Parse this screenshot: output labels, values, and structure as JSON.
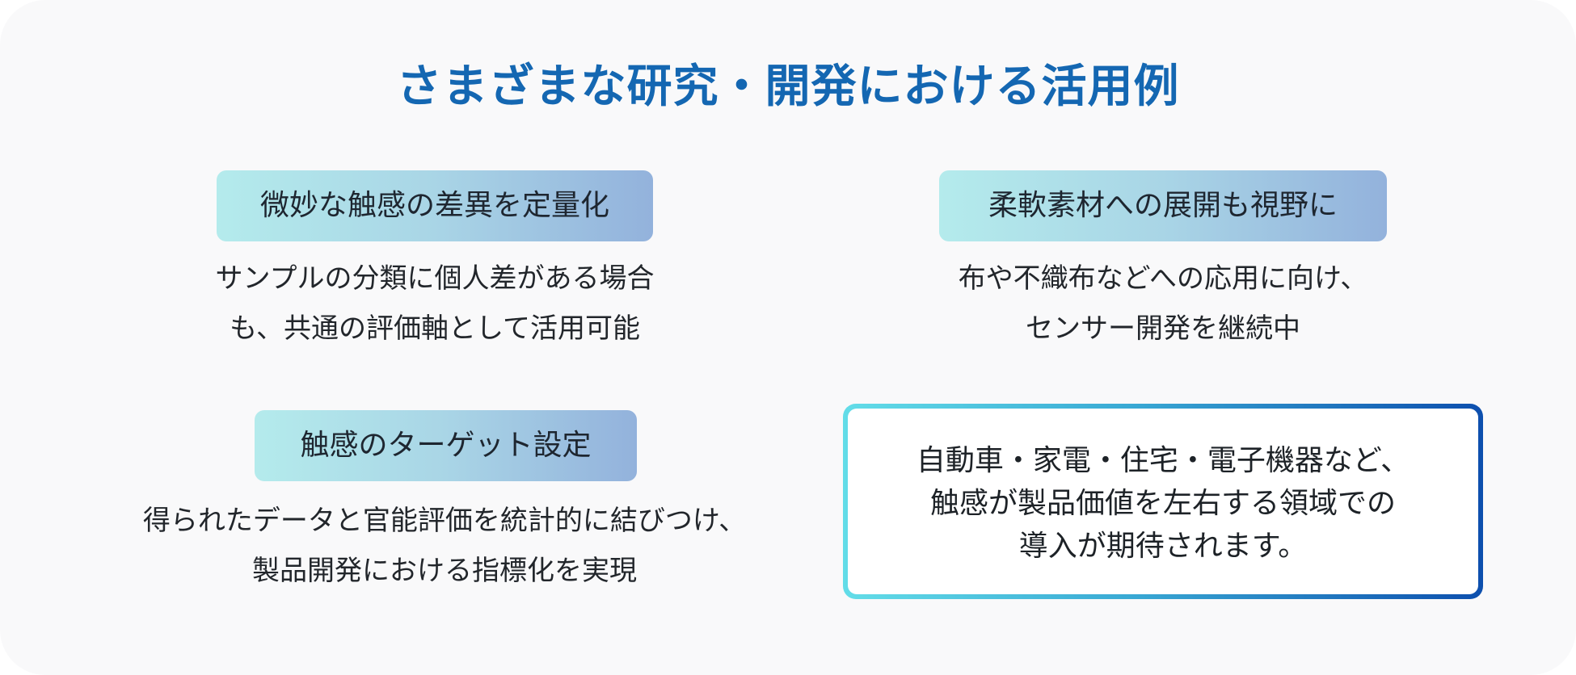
{
  "title": "さまざまな研究・開発における活用例",
  "items": [
    {
      "heading": "微妙な触感の差異を定量化",
      "description": [
        "サンプルの分類に個人差がある場合",
        "も、共通の評価軸として活用可能"
      ]
    },
    {
      "heading": "柔軟素材への展開も視野に",
      "description": [
        "布や不織布などへの応用に向け、",
        "センサー開発を継続中"
      ]
    },
    {
      "heading": "触感のターゲット設定",
      "description": [
        "得られたデータと官能評価を統計的に結びつけ、",
        "製品開発における指標化を実現"
      ]
    }
  ],
  "callout": {
    "lines": [
      "自動車・家電・住宅・電子機器など、",
      "触感が製品価値を左右する領域での",
      "導入が期待されます。"
    ]
  },
  "colors": {
    "title": "#1467b2",
    "pill_gradient": [
      "#b4ebec",
      "#93b2dc"
    ],
    "callout_border_gradient": [
      "#63dde8",
      "#0d4fae"
    ]
  }
}
